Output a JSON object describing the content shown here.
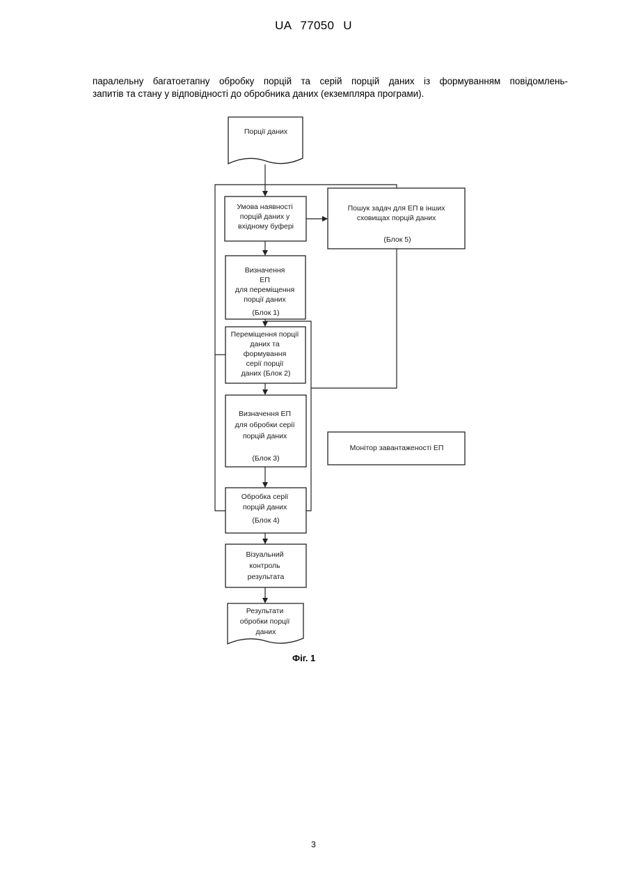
{
  "header": {
    "code": "UA   77050   U"
  },
  "paragraph": {
    "line1": "паралельну багатоетапну обробку порцій та серій порцій даних із формуванням повідомлень-",
    "line2": "запитів та стану у відповідності до обробника даних (екземпляра програми)."
  },
  "figure": {
    "caption": "Фіг. 1",
    "nodes": {
      "data_portions": {
        "lines": [
          "Порції даних"
        ]
      },
      "condition": {
        "lines": [
          "Умова наявності",
          "порцій даних у",
          "вхідному буфері"
        ]
      },
      "search": {
        "lines": [
          "Пошук задач для ЕП в інших",
          "сховищах порцій даних",
          "(Блок 5)"
        ]
      },
      "block1": {
        "lines": [
          "Визначення",
          "ЕП",
          "для переміщення",
          "порції даних",
          "(Блок 1)"
        ]
      },
      "block2": {
        "lines": [
          "Переміщення порції",
          "даних та",
          "формування",
          "серії порції",
          "даних (Блок 2)"
        ]
      },
      "block3": {
        "lines": [
          "Визначення ЕП",
          "для обробки серії",
          "порцій даних",
          "(Блок 3)"
        ]
      },
      "monitor": {
        "lines": [
          "Монітор завантаженості ЕП"
        ]
      },
      "block4": {
        "lines": [
          "Обробка серії",
          "порцій даних",
          "(Блок 4)"
        ]
      },
      "visual": {
        "lines": [
          "Візуальний",
          "контроль",
          "результата"
        ]
      },
      "results": {
        "lines": [
          "Результати",
          "обробки порції",
          "даних"
        ]
      }
    }
  },
  "page_number": "3"
}
